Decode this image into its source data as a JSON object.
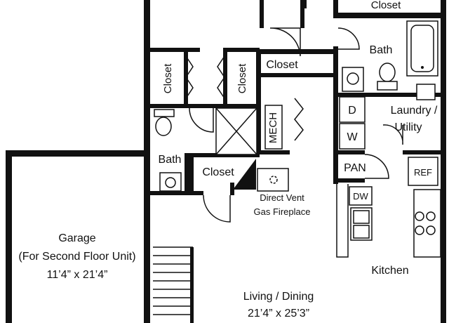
{
  "rooms": {
    "top_closet": "Closet",
    "bath_upper": "Bath",
    "closet_a": "Closet",
    "closet_b": "Closet",
    "closet_c": "Closet",
    "mech": "MECH",
    "laundry_line1": "Laundry /",
    "laundry_line2": "Utility",
    "dryer": "D",
    "washer": "W",
    "bath_lower": "Bath",
    "closet_d": "Closet",
    "pantry": "PAN",
    "fridge": "REF",
    "dishwasher": "DW",
    "fireplace_line1": "Direct Vent",
    "fireplace_line2": "Gas Fireplace",
    "garage_line1": "Garage",
    "garage_line2": "(For Second Floor Unit)",
    "garage_dims": "11’4” x 21’4”",
    "kitchen": "Kitchen",
    "living_line1": "Living / Dining",
    "living_dims": "21’4” x 25’3”"
  }
}
